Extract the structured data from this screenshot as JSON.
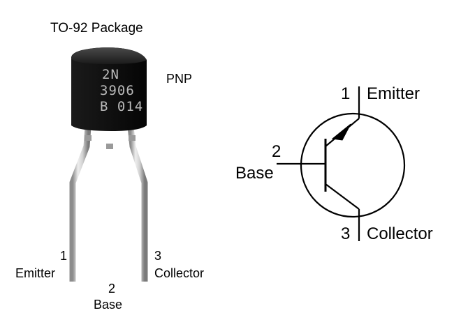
{
  "package": {
    "title": "TO-92 Package",
    "type": "PNP",
    "marking": [
      "2N",
      "3906",
      "B 014"
    ],
    "body_color": "#111111",
    "marking_color": "#b9b9b9",
    "lead_color": "#c8c8c8"
  },
  "left_pins": [
    {
      "number": "1",
      "name": "Emitter"
    },
    {
      "number": "2",
      "name": "Base"
    },
    {
      "number": "3",
      "name": "Collector"
    }
  ],
  "symbol": {
    "emitter": {
      "number": "1",
      "name": "Emitter"
    },
    "base": {
      "number": "2",
      "name": "Base"
    },
    "collector": {
      "number": "3",
      "name": "Collector"
    }
  }
}
